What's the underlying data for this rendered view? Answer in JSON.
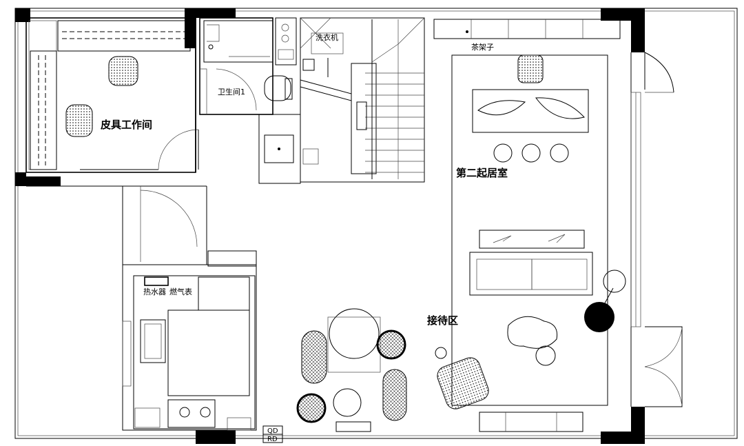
{
  "rooms": {
    "leather_workshop": "皮具工作间",
    "bathroom": "卫生间1",
    "laundry": "洗衣机",
    "second_living_room": "第二起居室",
    "reception": "接待区"
  },
  "fixtures": {
    "tea_shelf": "茶架子",
    "water_heater": "热水器",
    "gas_meter": "燃气表"
  },
  "meter_box": {
    "qd": "QD",
    "rd": "RD"
  }
}
